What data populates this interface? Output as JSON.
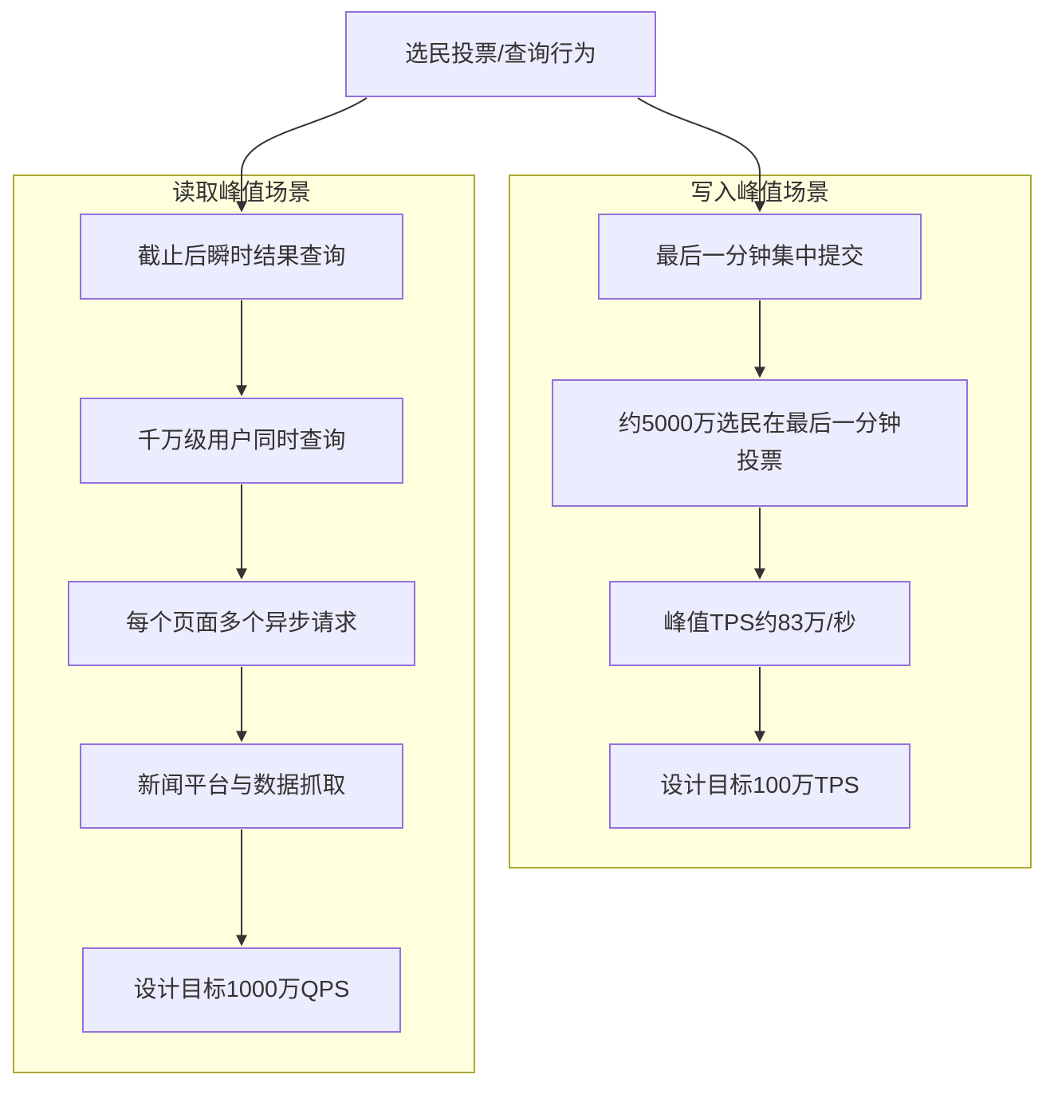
{
  "diagram": {
    "root_label": "选民投票/查询行为",
    "clusters": [
      {
        "title": "读取峰值场景",
        "nodes": [
          "截止后瞬时结果查询",
          "千万级用户同时查询",
          "每个页面多个异步请求",
          "新闻平台与数据抓取",
          "设计目标1000万QPS"
        ]
      },
      {
        "title": "写入峰值场景",
        "nodes": [
          "最后一分钟集中提交",
          "约5000万选民在最后一分钟\n投票",
          "峰值TPS约83万/秒",
          "设计目标100万TPS"
        ]
      }
    ],
    "colors": {
      "node_fill": "#ECECFF",
      "node_border": "#9370DB",
      "cluster_fill": "#FFFFDE",
      "cluster_border": "#AAAA33",
      "edge": "#333333",
      "text": "#333333",
      "background": "#FFFFFF"
    }
  }
}
